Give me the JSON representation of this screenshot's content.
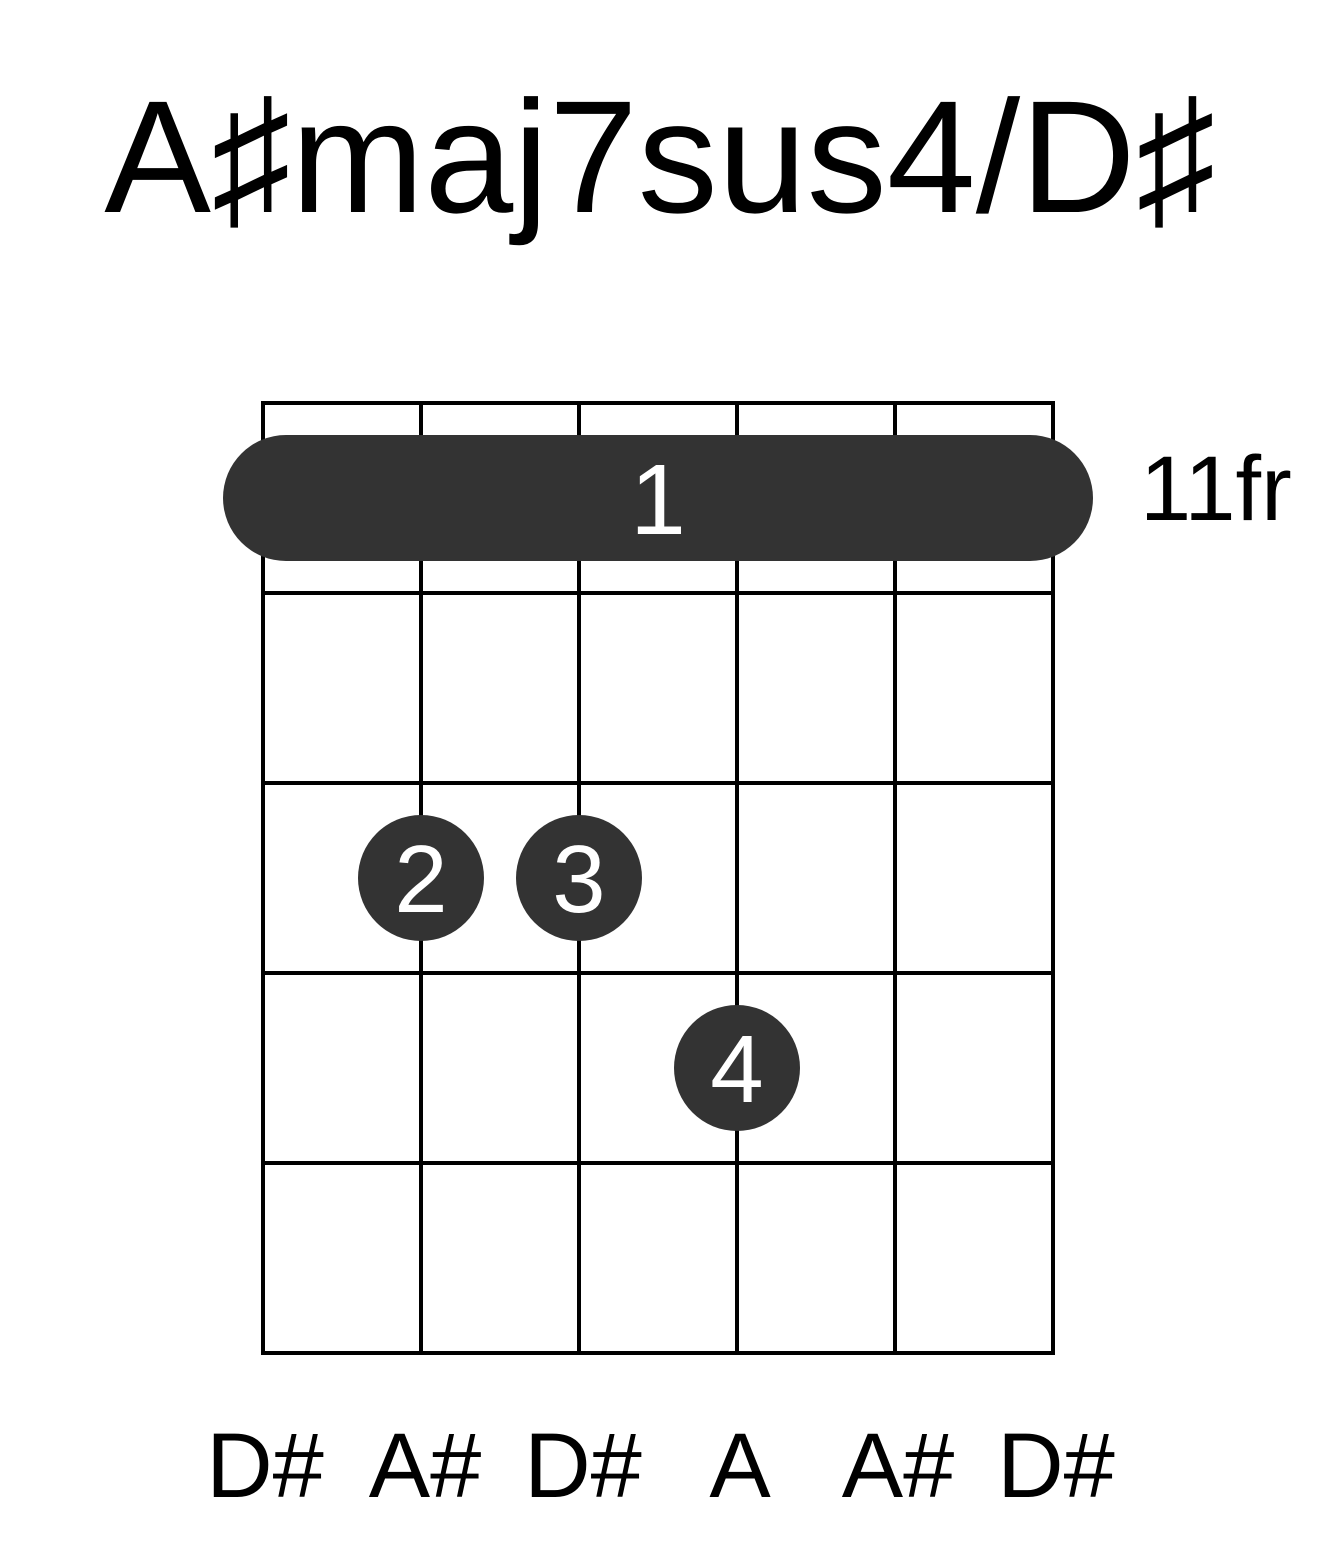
{
  "title": "A♯maj7sus4/D♯",
  "base_fret_label": "11fr",
  "strings": 6,
  "frets_shown": 5,
  "barre": {
    "fret": 1,
    "from_string": 1,
    "to_string": 6,
    "finger": "1"
  },
  "fingers": [
    {
      "string": 2,
      "fret": 3,
      "finger": "2"
    },
    {
      "string": 3,
      "fret": 3,
      "finger": "3"
    },
    {
      "string": 4,
      "fret": 4,
      "finger": "4"
    }
  ],
  "notes": [
    "D#",
    "A#",
    "D#",
    "A",
    "A#",
    "D#"
  ],
  "colors": {
    "dot": "#333333",
    "line": "#000000",
    "text_on_dot": "#ffffff"
  }
}
